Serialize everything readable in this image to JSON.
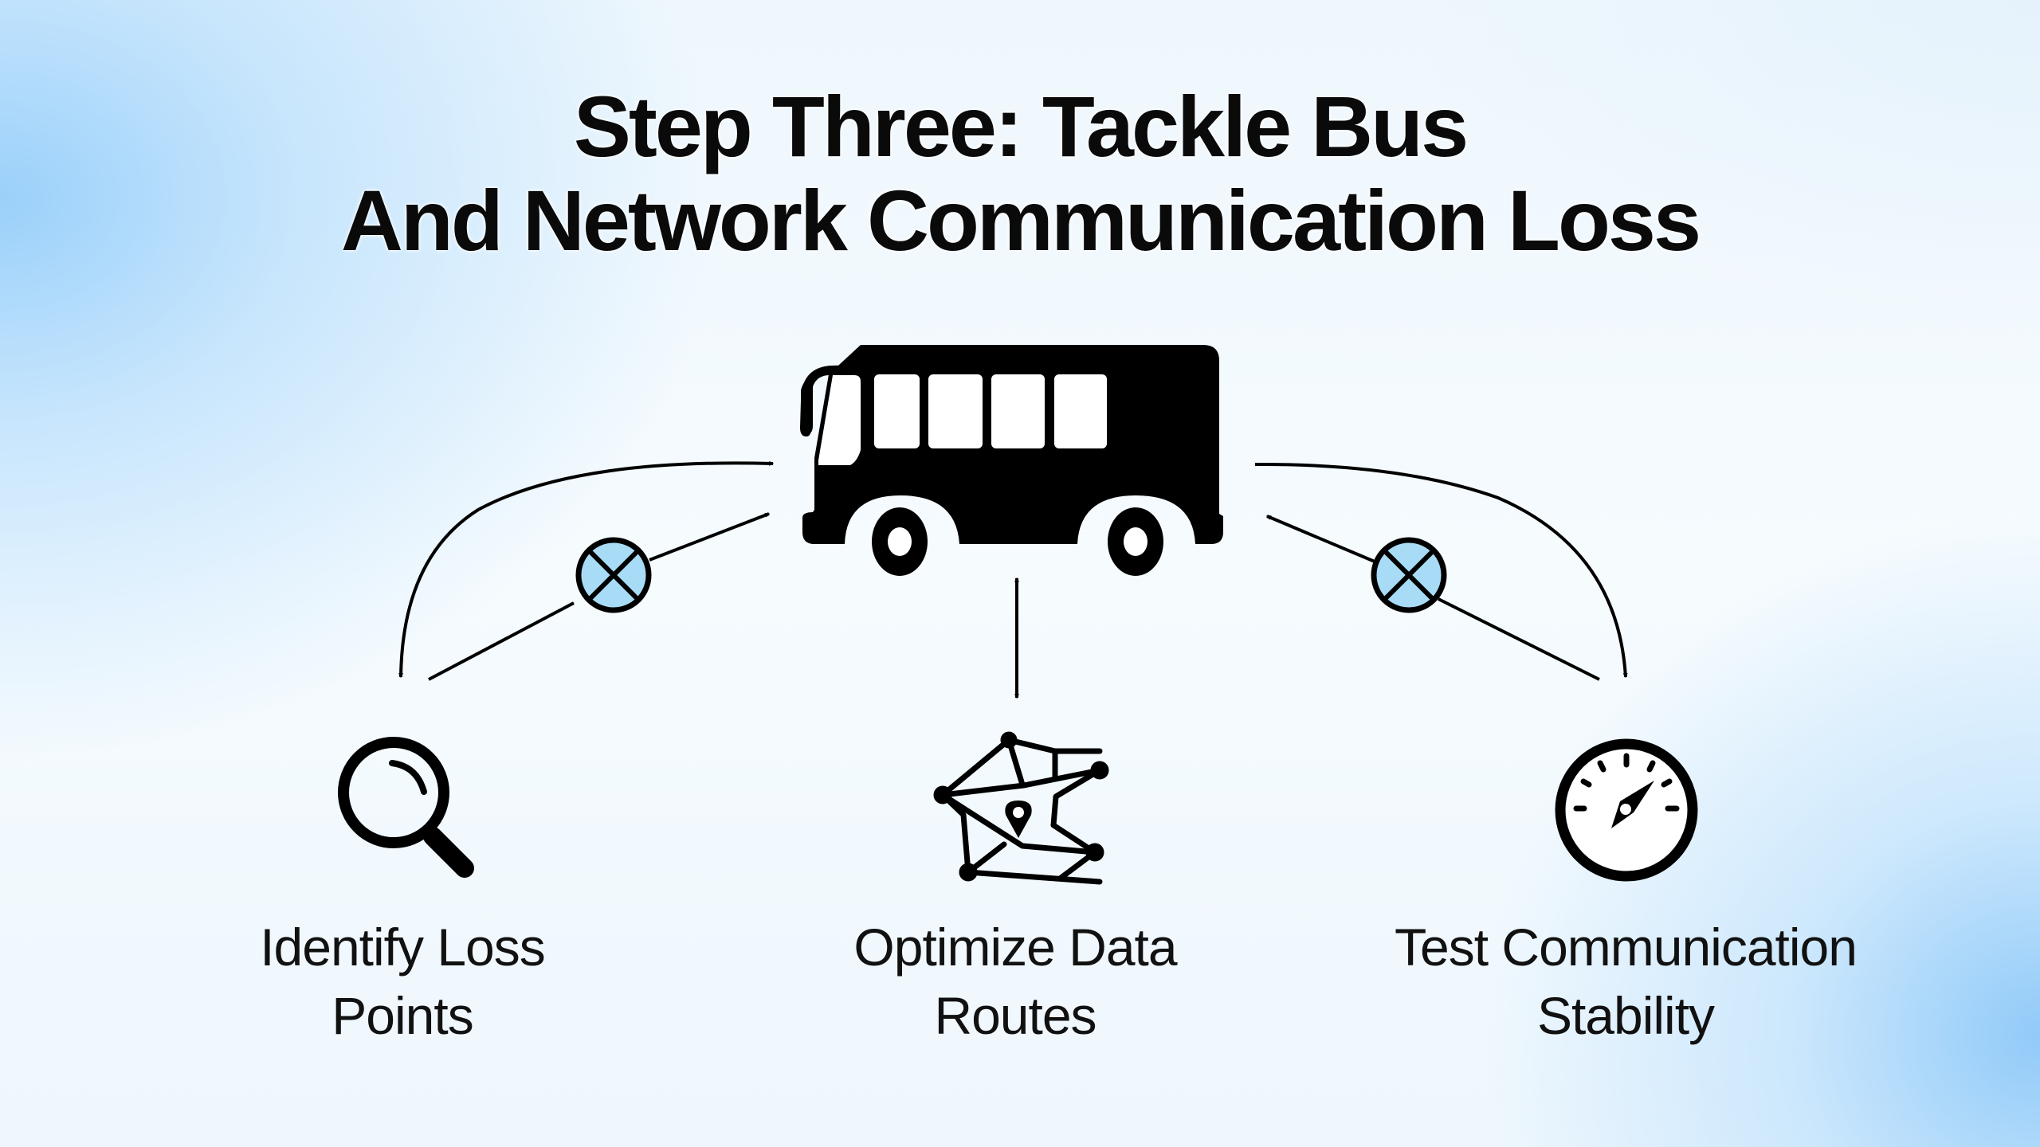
{
  "title": {
    "line1": "Step Three: Tackle Bus",
    "line2": "And Network Communication Loss"
  },
  "center_icon": "bus-icon",
  "connectors": {
    "blocked_icon": "blocked-signal-icon",
    "blocked_fill": "#a8dcf6"
  },
  "steps": [
    {
      "icon": "magnifier-icon",
      "line1": "Identify Loss",
      "line2": "Points"
    },
    {
      "icon": "route-map-icon",
      "line1": "Optimize Data",
      "line2": "Routes"
    },
    {
      "icon": "gauge-icon",
      "line1": "Test Communication",
      "line2": "Stability"
    }
  ],
  "colors": {
    "ink": "#000000",
    "background_accent": "#9fd3fb",
    "background_base": "#f4fafe"
  }
}
